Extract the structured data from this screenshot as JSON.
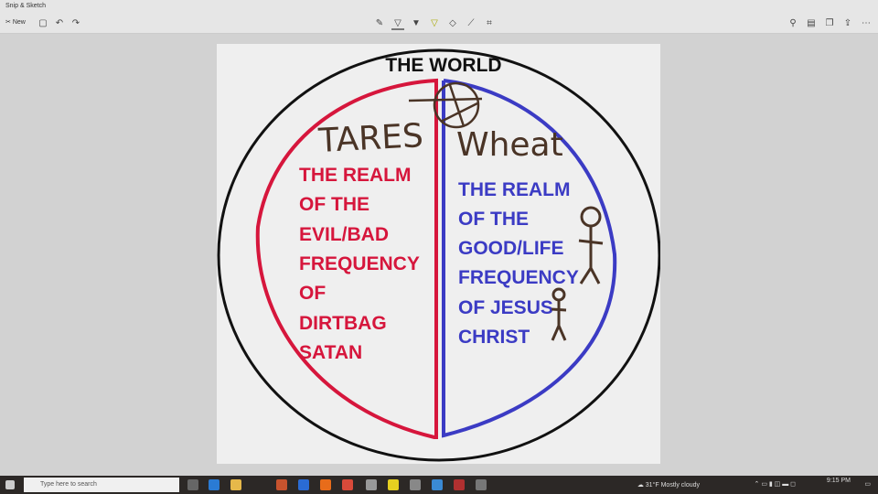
{
  "window": {
    "title": "Snip & Sketch",
    "new_label": "New"
  },
  "drawing": {
    "title": "THE WORLD",
    "left_heading": "TARES",
    "right_heading": "Wheat",
    "left_lines": [
      "THE REALM",
      "OF THE",
      "EVIL/BAD",
      "FREQUENCY",
      "OF",
      "DIRTBAG",
      "SATAN"
    ],
    "right_lines": [
      "THE REALM",
      "OF THE",
      "GOOD/LIFE",
      "FREQUENCY",
      "OF JESUS",
      "CHRIST"
    ],
    "colors": {
      "red": "#d6163c",
      "blue": "#3b3bc4",
      "brown": "#4a3426"
    }
  },
  "taskbar": {
    "search_placeholder": "Type here to search",
    "weather_temp": "31°F",
    "weather_text": "Mostly cloudy",
    "time": "9:15 PM"
  }
}
